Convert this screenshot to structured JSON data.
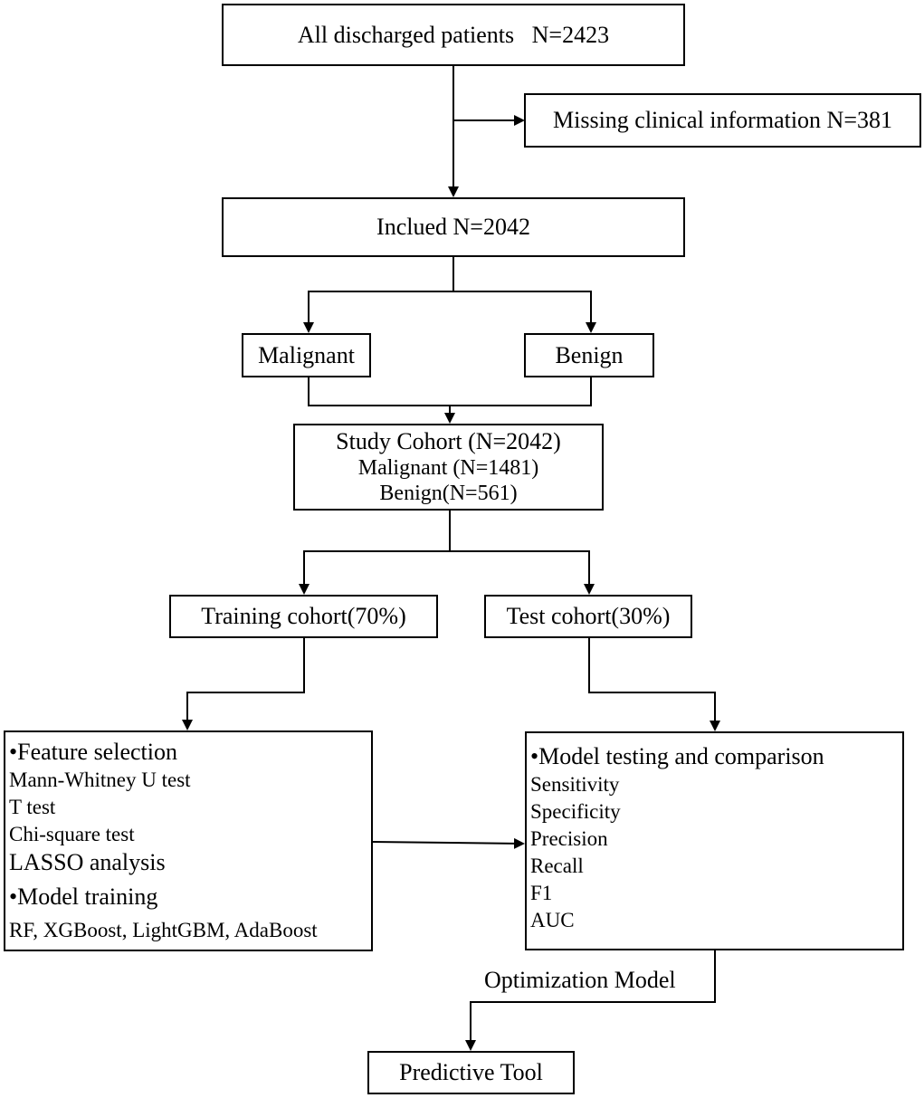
{
  "boxes": {
    "all_discharged": "All discharged patients   N=2423",
    "missing": "Missing clinical information N=381",
    "included": "Inclued N=2042",
    "malignant": "Malignant",
    "benign": "Benign",
    "study_cohort": {
      "line1": "Study Cohort (N=2042)",
      "line2": "Malignant (N=1481)",
      "line3": "Benign(N=561)"
    },
    "training": "Training cohort(70%)",
    "test": "Test cohort(30%)",
    "left_panel": {
      "feature_heading": "•Feature selection",
      "items": [
        "Mann-Whitney U test",
        "T test",
        "Chi-square test"
      ],
      "lasso": "LASSO analysis",
      "model_heading": "•Model training",
      "models": "RF, XGBoost, LightGBM, AdaBoost"
    },
    "right_panel": {
      "heading": "•Model testing and comparison",
      "metrics": [
        "Sensitivity",
        "Specificity",
        "Precision",
        "Recall",
        "F1",
        "AUC"
      ]
    },
    "predictive_tool": "Predictive Tool"
  },
  "edge_labels": {
    "optimization": "Optimization Model"
  }
}
